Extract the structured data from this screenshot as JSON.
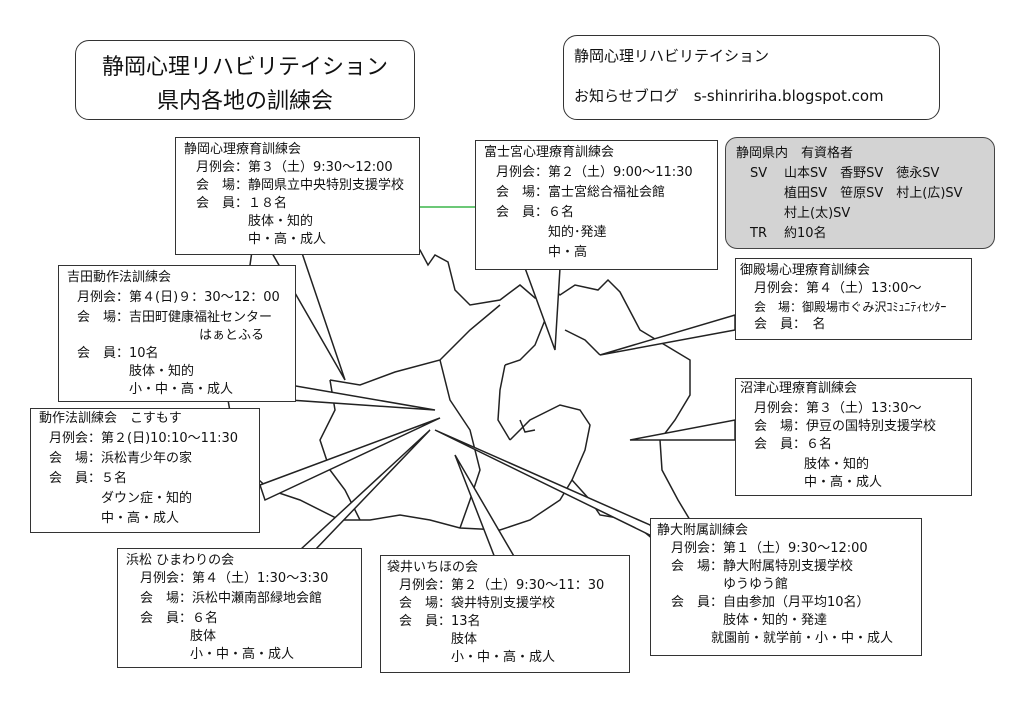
{
  "title": {
    "line1": "静岡心理リハビリテイション",
    "line2": "県内各地の訓練会"
  },
  "blog": {
    "line1": "静岡心理リハビリテイション",
    "line2": "お知らせブログ　s-shinririha.blogspot.com"
  },
  "qualified": {
    "header": "静岡県内　有資格者",
    "sv_label": "SV",
    "sv_row1": "山本SV　香野SV　徳永SV",
    "sv_row2": "植田SV　笹原SV　村上(広)SV",
    "sv_row3": "村上(太)SV",
    "tr_label": "TR",
    "tr_value": "約10名"
  },
  "groups": [
    {
      "name": "静岡心理療育訓練会",
      "lines": [
        "月例会：第３（土）9:30〜12:00",
        "会　場：静岡県立中央特別支援学校",
        "会　員：１８名",
        "肢体・知的",
        "中・高・成人"
      ]
    },
    {
      "name": "富士宮心理療育訓練会",
      "lines": [
        "月例会：第２（土）9:00〜11:30",
        "会　場：富士宮総合福祉会館",
        "会　員：６名",
        "知的･発達",
        "中・高"
      ]
    },
    {
      "name": "吉田動作法訓練会",
      "lines": [
        "月例会：第４(日)９：30〜12：00",
        "会　場：吉田町健康福祉センター",
        "はぁとふる",
        "会　員：10名",
        "肢体・知的",
        "小・中・高・成人"
      ]
    },
    {
      "name": "御殿場心理療育訓練会",
      "lines": [
        "月例会：第４（土）13:00〜",
        "会　場：御殿場市ぐみ沢ｺﾐｭﾆﾃｨｾﾝﾀｰ",
        "会　員：　名"
      ]
    },
    {
      "name": "沼津心理療育訓練会",
      "lines": [
        "月例会：第３（土）13:30〜",
        "会　場：伊豆の国特別支援学校",
        "会　員：６名",
        "肢体・知的",
        "中・高・成人"
      ]
    },
    {
      "name": "動作法訓練会　こすもす",
      "lines": [
        "月例会：第２(日)10:10〜11:30",
        "会　場：浜松青少年の家",
        "会　員：５名",
        "ダウン症・知的",
        "中・高・成人"
      ]
    },
    {
      "name": "浜松  ひまわりの会",
      "lines": [
        "月例会：第４（土）1:30〜3:30",
        "会　場：浜松中瀬南部緑地会館",
        "会　員：６名",
        "肢体",
        "小・中・高・成人"
      ]
    },
    {
      "name": "袋井いちほの会",
      "lines": [
        "月例会：第２（土）9:30〜11：30",
        "会　場：袋井特別支援学校",
        "会　員：13名",
        "肢体",
        "小・中・高・成人"
      ]
    },
    {
      "name": "静大附属訓練会",
      "lines": [
        "月例会：第１（土）9:30〜12:00",
        "会　場：静大附属特別支援学校",
        "ゆうゆう館",
        "会　員：自由参加（月平均10名）",
        "肢体・知的・発達",
        "就園前・就学前・小・中・成人"
      ]
    }
  ]
}
